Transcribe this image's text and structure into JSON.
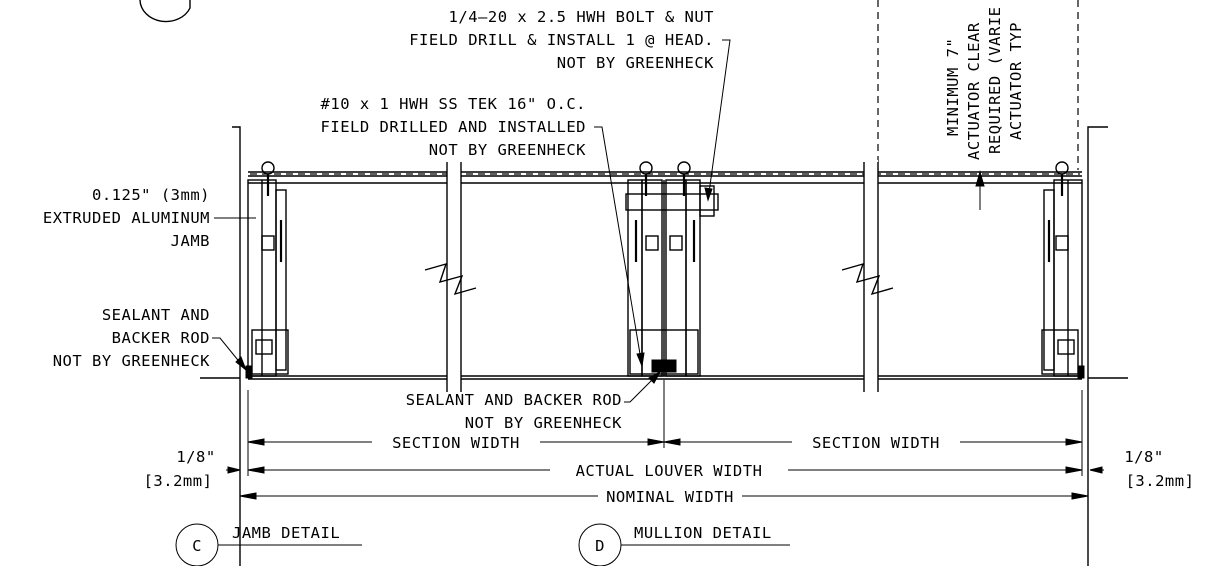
{
  "notes": {
    "bolt": [
      "1/4—20 x 2.5 HWH BOLT & NUT",
      "FIELD DRILL & INSTALL 1 @ HEAD.",
      "NOT BY GREENHECK"
    ],
    "tek": [
      "#10 x 1 HWH SS TEK 16\" O.C.",
      "FIELD DRILLED AND INSTALLED",
      "NOT BY GREENHECK"
    ],
    "actuator": [
      "MINIMUM 7\"",
      "ACTUATOR CLEAR",
      "REQUIRED (VARIE",
      "ACTUATOR TYP"
    ],
    "jamb": [
      "0.125\" (3mm)",
      "EXTRUDED ALUMINUM",
      "JAMB"
    ],
    "sealant_left": [
      "SEALANT AND",
      "BACKER ROD",
      "NOT BY GREENHECK"
    ],
    "sealant_mullion": [
      "SEALANT AND BACKER ROD",
      "NOT BY GREENHECK"
    ]
  },
  "dimensions": {
    "section_width_left": "SECTION WIDTH",
    "section_width_right": "SECTION WIDTH",
    "actual_louver_width": "ACTUAL LOUVER WIDTH",
    "nominal_width": "NOMINAL WIDTH",
    "gap_left": [
      "1/8\"",
      "[3.2mm]"
    ],
    "gap_right": [
      "1/8\"",
      "[3.2mm]"
    ]
  },
  "details": [
    {
      "marker": "C",
      "title": "JAMB DETAIL"
    },
    {
      "marker": "D",
      "title": "MULLION DETAIL"
    }
  ]
}
